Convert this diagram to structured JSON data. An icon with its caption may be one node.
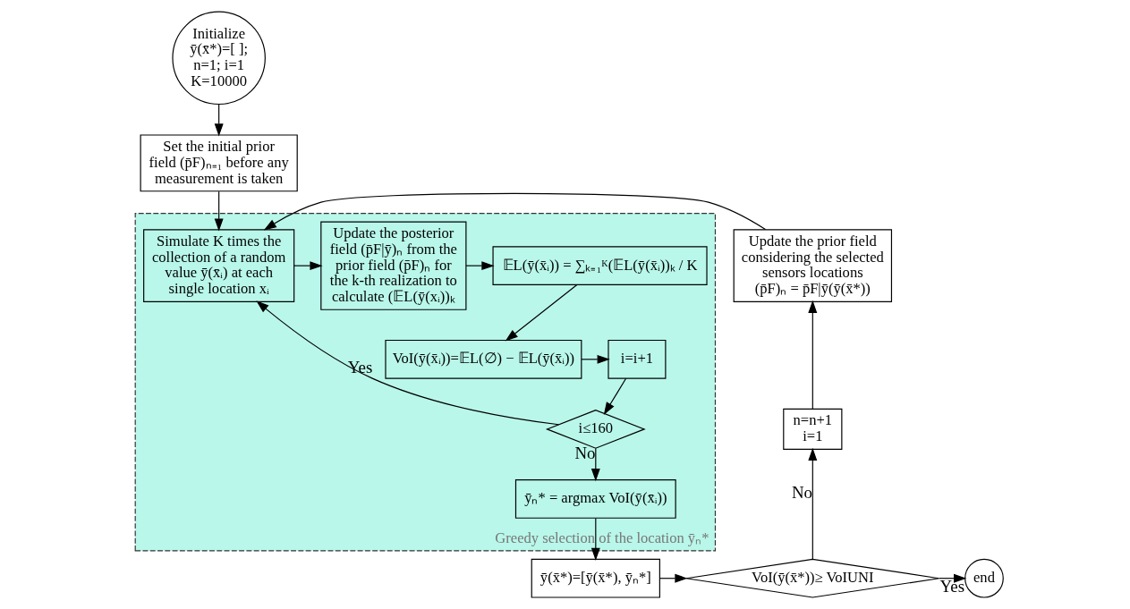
{
  "diagram": {
    "nodes": [
      {
        "text": [
          "Initialize",
          "ȳ(x̄*)=[ ];",
          "n=1; i=1",
          "K=10000"
        ]
      },
      {
        "text": [
          "Set the initial prior field (p̄F)ₙ₌₁ before any measurement is taken"
        ]
      },
      {
        "text": [
          "Greedy selection of the location ȳₙ*"
        ]
      },
      {
        "text": [
          "Simulate K times the collection of a random value ȳ(x̄ᵢ) at each single location xᵢ"
        ],
        "in": 2
      },
      {
        "text": [
          "Update the posterior field (p̄F|ȳ)ₙ from the prior field (p̄F)ₙ for the k-th realization to calculate (𝔼L(ȳ(xᵢ))ₖ"
        ],
        "in": 2
      },
      {
        "text": [
          "𝔼L(ȳ(x̄ᵢ)) = ∑ₖ₌₁ᴷ(𝔼L(ȳ(x̄ᵢ))ₖ / K"
        ],
        "in": 2
      },
      {
        "text": [
          "VoI(ȳ(x̄ᵢ))=𝔼L(∅) − 𝔼L(ȳ(x̄ᵢ))"
        ],
        "in": 2
      },
      {
        "text": [
          "i=i+1"
        ],
        "in": 2
      },
      {
        "text": [
          "i≤160"
        ],
        "in": 2
      },
      {
        "text": [
          "ȳₙ* = argmax VoI(ȳ(x̄ᵢ))"
        ],
        "in": 2
      },
      {
        "text": [
          "Update the prior field considering the selected sensors locations",
          "(p̄F)ₙ = p̄F|ȳ(ȳ(x̄*))"
        ]
      },
      {
        "text": [
          "n=n+1",
          "i=1"
        ]
      },
      {
        "text": [
          "VoI(ȳ(x̄*))≥ VoIUNI"
        ]
      },
      {
        "text": [
          "ȳ(x̄*)=[ȳ(x̄*), ȳₙ*]"
        ]
      },
      {
        "text": [
          "end"
        ]
      }
    ],
    "edges": [
      {
        "from": 0,
        "to": 1,
        "arrow": "to"
      },
      {
        "from": 1,
        "to": 3,
        "arrow": "to"
      },
      {
        "from": 10,
        "to": 3,
        "arrow": "to"
      },
      {
        "from": 3,
        "to": 4,
        "arrow": "to"
      },
      {
        "from": 4,
        "to": 5,
        "arrow": "to"
      },
      {
        "from": 5,
        "to": 6,
        "arrow": "to"
      },
      {
        "from": 6,
        "to": 7,
        "arrow": "to"
      },
      {
        "from": 7,
        "to": 8,
        "arrow": "to"
      },
      {
        "from": 8,
        "to": 3,
        "arrow": "to",
        "label": "Yes"
      },
      {
        "from": 8,
        "to": 9,
        "arrow": "to",
        "label": "No"
      },
      {
        "from": 9,
        "to": 13,
        "arrow": "to"
      },
      {
        "from": 13,
        "to": 12,
        "arrow": "to"
      },
      {
        "from": 12,
        "to": 14,
        "arrow": "to",
        "label": "Yes"
      },
      {
        "from": 12,
        "to": 11,
        "arrow": "to",
        "label": "No"
      },
      {
        "from": 11,
        "to": 10,
        "arrow": "to"
      }
    ]
  }
}
